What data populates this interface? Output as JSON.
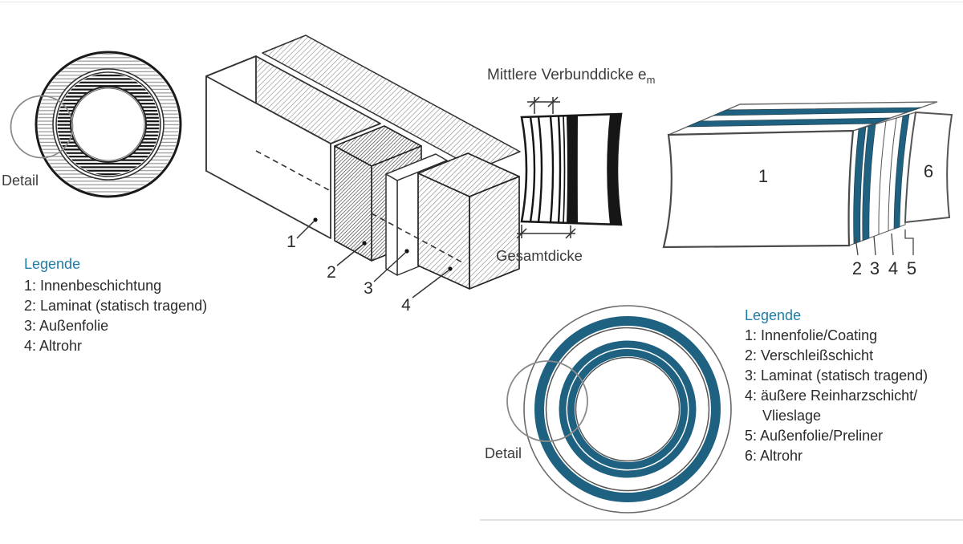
{
  "figure": {
    "left": {
      "detail_label": "Detail",
      "legend_title": "Legende",
      "legend_items": [
        "1: Innenbeschichtung",
        "2: Laminat (statisch tragend)",
        "3: Außenfolie",
        "4: Altrohr"
      ],
      "layer_numbers": [
        "1",
        "2",
        "3",
        "4"
      ]
    },
    "middle": {
      "thickness_title": "Mittlere Verbunddicke e",
      "thickness_subscript": "m",
      "total_thickness_label": "Gesamtdicke"
    },
    "right": {
      "detail_label": "Detail",
      "legend_title": "Legende",
      "legend_items": [
        "1: Innenfolie/Coating",
        "2: Verschleißschicht",
        "3: Laminat (statisch tragend)",
        "4: äußere Reinharzschicht/",
        "Vlieslage",
        "5: Außenfolie/Preliner",
        "6: Altrohr"
      ],
      "front_layer_number": "1",
      "back_layer_number": "6",
      "thin_layer_numbers": [
        "2",
        "3",
        "4",
        "5"
      ]
    },
    "colors": {
      "layer_teal": "#1e6181",
      "legend_heading_blue": "#1f7da5",
      "line_dark": "#333333"
    }
  }
}
